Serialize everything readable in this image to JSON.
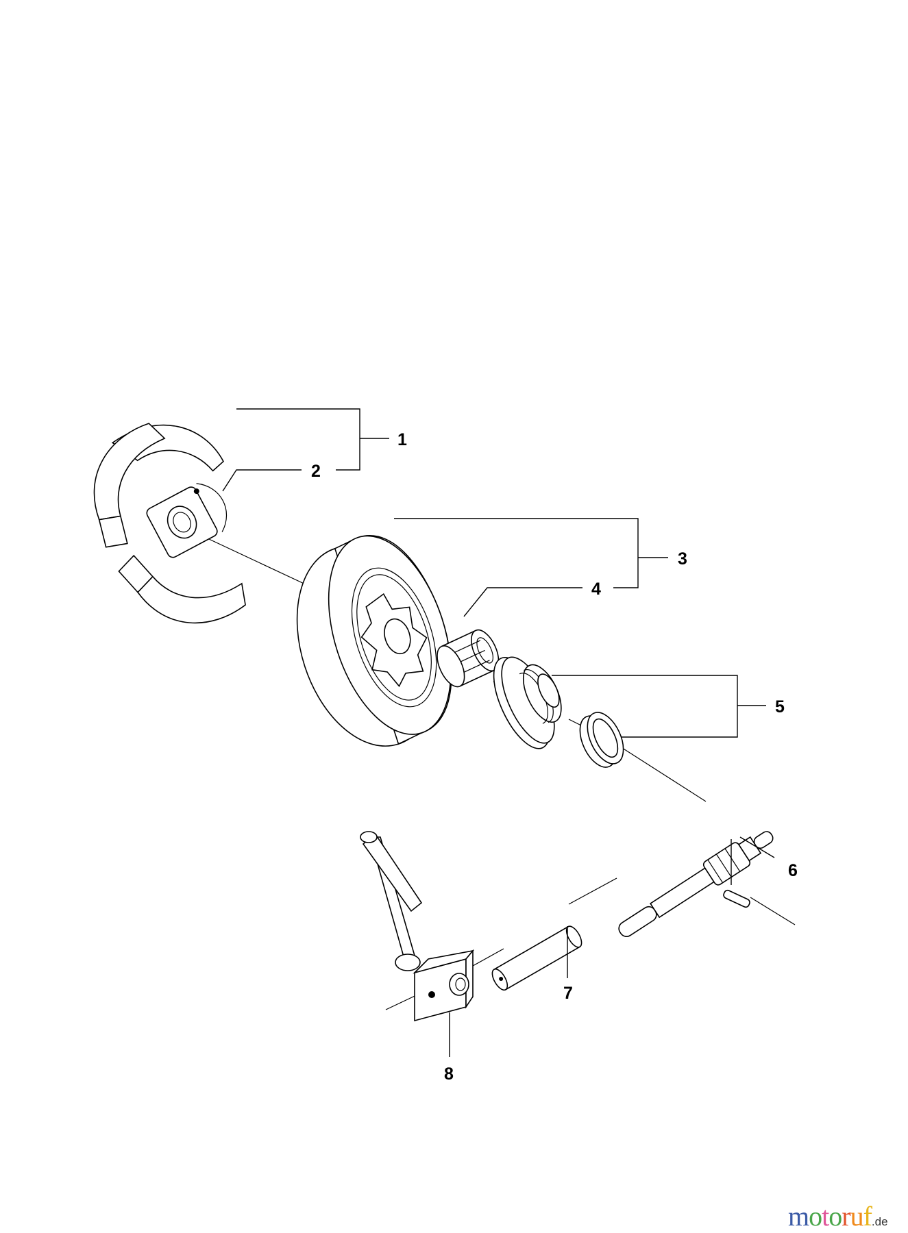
{
  "diagram": {
    "callouts": [
      "1",
      "2",
      "3",
      "4",
      "5",
      "6",
      "7",
      "8"
    ]
  },
  "watermark": {
    "text_letters": [
      "m",
      "o",
      "t",
      "o",
      "r",
      "u",
      "f"
    ],
    "suffix": ".de",
    "colors": [
      "#3b5aa6",
      "#4aa64a",
      "#e0559a",
      "#4aa64a",
      "#e2532b",
      "#f08a1c",
      "#e8b419"
    ]
  }
}
